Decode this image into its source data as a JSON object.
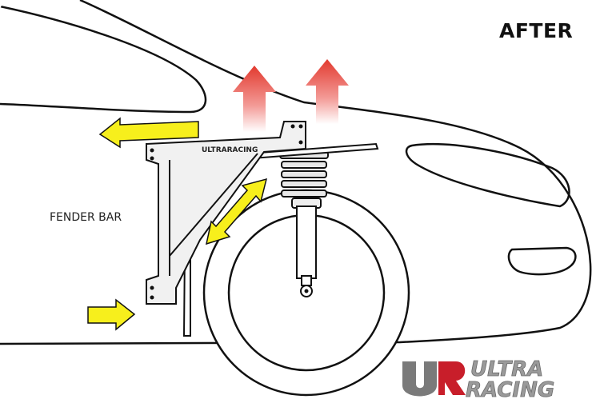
{
  "labels": {
    "after": "AFTER",
    "fender_bar": "FENDER BAR"
  },
  "bar_brand": "ULTRARACING",
  "logo": {
    "mark": "UR",
    "line1": "ULTRA",
    "line2": "RACING"
  },
  "colors": {
    "outline": "#111111",
    "force_arrow_up": "#e23a2f",
    "push_arrow": "#f7ef1c",
    "bar_fill": "#f1f1f1",
    "logo_red": "#c81e2a",
    "logo_gray": "#7a7a7a"
  }
}
